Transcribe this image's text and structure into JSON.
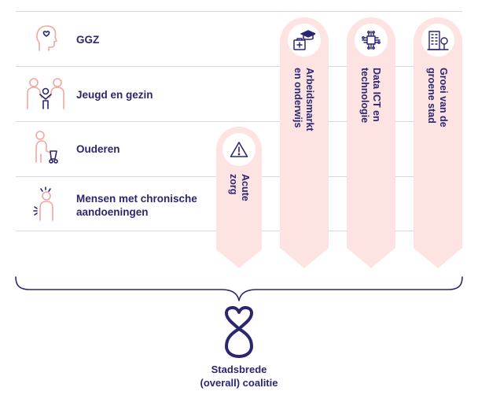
{
  "rows": [
    {
      "label_lines": [
        "GGZ"
      ],
      "icon": "head-heart-icon"
    },
    {
      "label_lines": [
        "Jeugd en gezin"
      ],
      "icon": "family-icon"
    },
    {
      "label_lines": [
        "Ouderen"
      ],
      "icon": "elderly-walker-icon"
    },
    {
      "label_lines": [
        "Mensen met chronische",
        "aandoeningen"
      ],
      "icon": "chronic-person-icon"
    }
  ],
  "arrows": [
    {
      "label_lines": [
        "Acute",
        "zorg"
      ],
      "icon": "warning-icon"
    },
    {
      "label_lines": [
        "Arbeidsmarkt",
        "en onderwijs"
      ],
      "icon": "graduation-medical-icon"
    },
    {
      "label_lines": [
        "Data ICT en",
        "technologie"
      ],
      "icon": "circuit-chip-icon"
    },
    {
      "label_lines": [
        "Groei van de",
        "groene stad"
      ],
      "icon": "building-tree-icon"
    }
  ],
  "coalition": {
    "label_lines": [
      "Stadsbrede",
      "(overall) coalitie"
    ],
    "icon": "infinity-heart-logo-icon"
  },
  "colors": {
    "navy": "#2b2670",
    "pink": "#fde3e1",
    "salmon": "#f2a79c",
    "line": "#d9d6e6"
  }
}
